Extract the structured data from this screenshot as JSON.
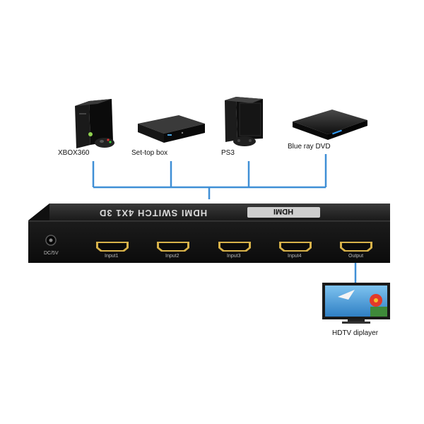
{
  "colors": {
    "background": "#ffffff",
    "connector_line": "#3f8fd6",
    "device_body": "#151515",
    "port_gold": "#d8b24a"
  },
  "sources": [
    {
      "label": "XBOX360",
      "icon": "xbox360-console-icon"
    },
    {
      "label": "Set-top box",
      "icon": "set-top-box-icon"
    },
    {
      "label": "PS3",
      "icon": "ps3-console-icon"
    },
    {
      "label": "Blue ray DVD",
      "icon": "bluray-dvd-player-icon"
    }
  ],
  "switch": {
    "brand_text": "HDMI  SWITCH  4X1  3D",
    "power_label": "DC/5V",
    "ports": [
      {
        "label": "Input1"
      },
      {
        "label": "Input2"
      },
      {
        "label": "Input3"
      },
      {
        "label": "Input4"
      },
      {
        "label": "Output"
      }
    ]
  },
  "display": {
    "label": "HDTV diplayer",
    "icon": "hdtv-icon"
  }
}
